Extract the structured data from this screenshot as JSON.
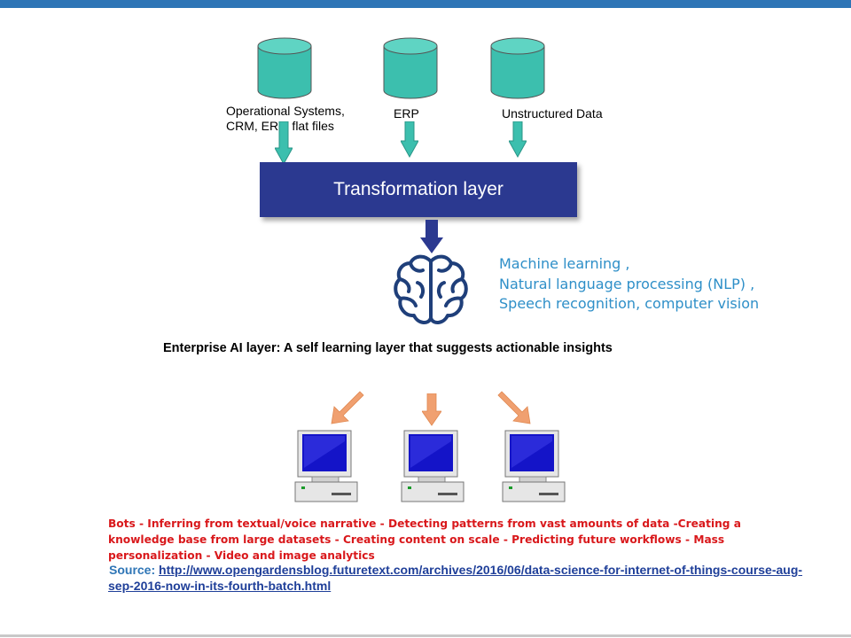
{
  "sources": [
    {
      "label_lines": [
        "Operational Systems,",
        "CRM, ERP, flat files"
      ],
      "icon": "database-icon"
    },
    {
      "label_lines": [
        "ERP"
      ],
      "icon": "database-icon"
    },
    {
      "label_lines": [
        "Unstructured Data"
      ],
      "icon": "database-icon"
    }
  ],
  "transformation_layer": "Transformation layer",
  "ai_capabilities": [
    "Machine learning ,",
    "Natural language processing (NLP) ,",
    "Speech recognition, computer vision"
  ],
  "enterprise_ai_label": "Enterprise AI layer: A self learning layer that suggests actionable insights",
  "outcomes_text": "Bots  - Inferring from textual/voice narrative -  Detecting patterns from vast amounts of data -Creating a knowledge base from large datasets - Creating content on scale - Predicting future workflows - Mass personalization - Video and image analytics",
  "source_label": "Source: ",
  "source_url": "http://www.opengardensblog.futuretext.com/archives/2016/06/data-science-for-internet-of-things-course-aug-sep-2016-now-in-its-fourth-batch.html",
  "colors": {
    "top_bar": "#2e75b6",
    "database_fill": "#3cbfae",
    "transform_box": "#2b3990",
    "down_arrow": "#3cbfae",
    "ai_arrow": "#2b3990",
    "brain": "#1f3f7a",
    "ai_text": "#2e8fc8",
    "orange_arrow": "#f0a070",
    "outcomes_text": "#d9181b",
    "link": "#1f3f99"
  },
  "icons": [
    "database-icon",
    "arrow-down-icon",
    "brain-icon",
    "computer-icon"
  ]
}
